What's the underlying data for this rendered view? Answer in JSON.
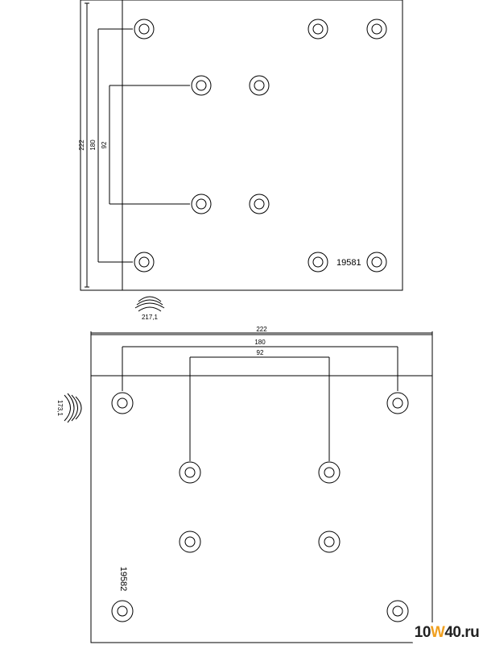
{
  "top_view": {
    "part_number": "19581",
    "dimension_overall": "222",
    "dimension_outer": "180",
    "dimension_inner": "92",
    "radius_label": "217,1"
  },
  "bottom_view": {
    "part_number": "19582",
    "dimension_overall": "222",
    "dimension_outer": "180",
    "dimension_inner": "92",
    "radius_label": "173,1"
  },
  "watermark": {
    "text_before": "10",
    "text_accent": "W",
    "text_after": "40.ru"
  }
}
